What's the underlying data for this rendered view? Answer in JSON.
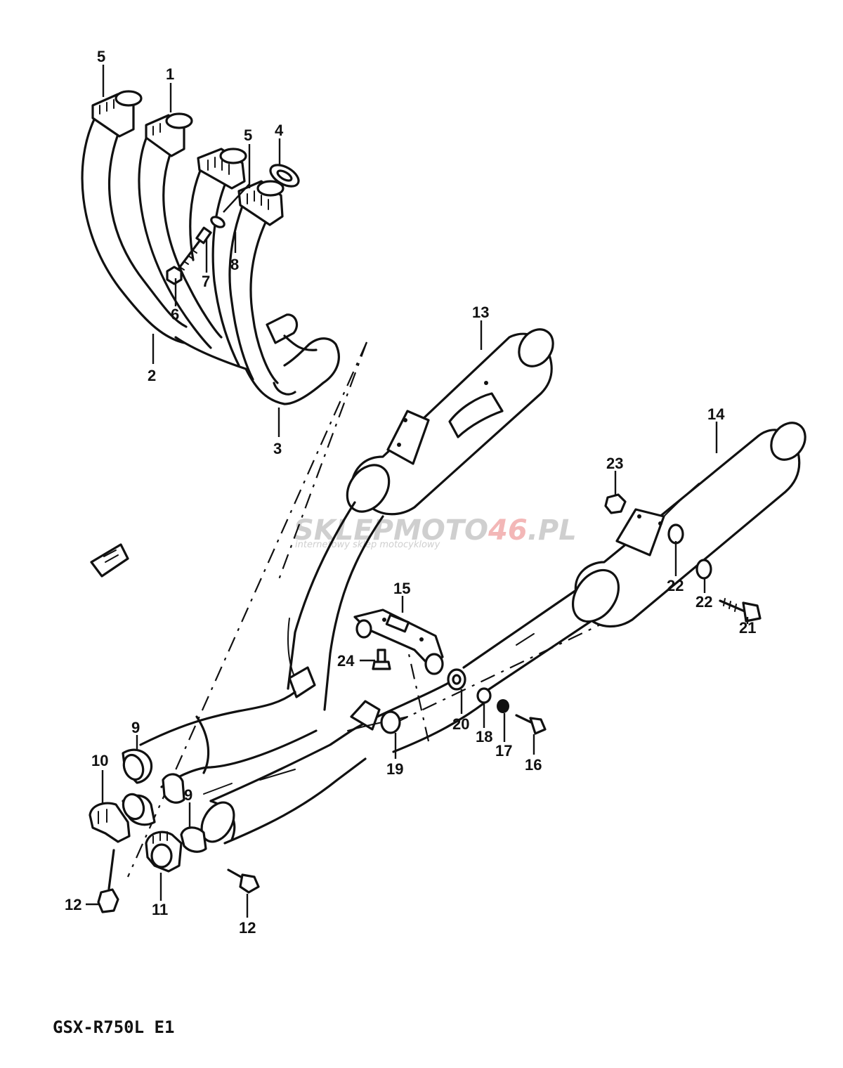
{
  "model_code": "GSX-R750L E1",
  "watermark": {
    "brand_part1": "SKLEP",
    "brand_part2": "MOTO",
    "brand_part3": "46",
    "brand_part4": ".PL",
    "tagline": "internetowy sklep motocyklowy"
  },
  "callouts": [
    {
      "id": "c5a",
      "text": "5"
    },
    {
      "id": "c1",
      "text": "1"
    },
    {
      "id": "c5b",
      "text": "5"
    },
    {
      "id": "c4",
      "text": "4"
    },
    {
      "id": "c7",
      "text": "7"
    },
    {
      "id": "c8",
      "text": "8"
    },
    {
      "id": "c6",
      "text": "6"
    },
    {
      "id": "c2",
      "text": "2"
    },
    {
      "id": "c3",
      "text": "3"
    },
    {
      "id": "c13",
      "text": "13"
    },
    {
      "id": "c14",
      "text": "14"
    },
    {
      "id": "c23",
      "text": "23"
    },
    {
      "id": "c22a",
      "text": "22"
    },
    {
      "id": "c22b",
      "text": "22"
    },
    {
      "id": "c21",
      "text": "21"
    },
    {
      "id": "c15",
      "text": "15"
    },
    {
      "id": "c24",
      "text": "24"
    },
    {
      "id": "c20",
      "text": "20"
    },
    {
      "id": "c18",
      "text": "18"
    },
    {
      "id": "c17",
      "text": "17"
    },
    {
      "id": "c16",
      "text": "16"
    },
    {
      "id": "c19",
      "text": "19"
    },
    {
      "id": "c9a",
      "text": "9"
    },
    {
      "id": "c10",
      "text": "10"
    },
    {
      "id": "c9b",
      "text": "9"
    },
    {
      "id": "c12a",
      "text": "12"
    },
    {
      "id": "c11",
      "text": "11"
    },
    {
      "id": "c12b",
      "text": "12"
    }
  ]
}
